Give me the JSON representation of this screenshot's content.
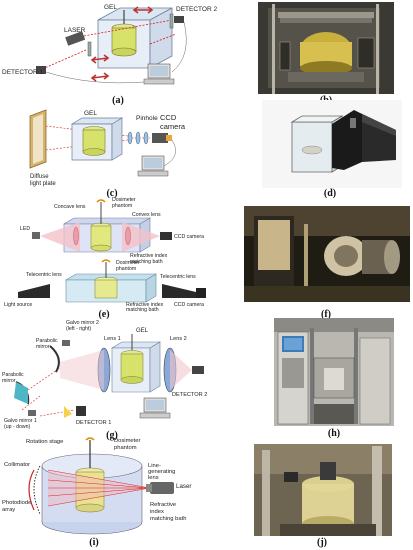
{
  "figure": {
    "panels": [
      {
        "caption": "(a)",
        "labels": {
          "gel": "GEL",
          "detector2": "DETECTOR 2",
          "laser": "LASER",
          "detector1": "DETECTOR 1"
        }
      },
      {
        "caption": "(b)"
      },
      {
        "caption": "(c)",
        "labels": {
          "gel": "GEL",
          "pinhole": "Pinhole",
          "ccd": "CCD",
          "camera": "camera",
          "diffuse1": "Diffuse",
          "diffuse2": "light plate"
        }
      },
      {
        "caption": "(d)"
      },
      {
        "caption": "(e)",
        "labels": {
          "concave": "Concave lens",
          "dosimeter": "Dosimeter",
          "phantom": "phantom",
          "convex": "Convex lens",
          "led": "LED",
          "ccd_camera": "CCD camera",
          "refractive1": "Refractive index",
          "refractive2": "matching bath",
          "telecentric_left": "Telecentric lens",
          "dosimeter2": "Dosimeter",
          "phantom2": "phantom",
          "telecentric_right": "Telecentric lens",
          "light_source": "Light source",
          "ccd_camera2": "CCD camera",
          "refractive3": "Refractive index",
          "refractive4": "matching bath"
        }
      },
      {
        "caption": "(f)"
      },
      {
        "caption": "(g)",
        "labels": {
          "galvo2a": "Galvo mirror 2",
          "galvo2b": "(left - right)",
          "gel": "GEL",
          "lens1": "Lens 1",
          "lens2": "Lens 2",
          "parabolic1a": "Parabolic",
          "parabolic1b": "mirror",
          "parabolic2a": "Parabolic",
          "parabolic2b": "mirror",
          "detector2": "DETECTOR 2",
          "galvo1a": "Galvo mirror 1",
          "galvo1b": "(up - down)",
          "detector1": "DETECTOR 1"
        }
      },
      {
        "caption": "(h)"
      },
      {
        "caption": "(i)",
        "labels": {
          "rotation": "Rotation stage",
          "dosimeter1": "Dosimeter",
          "dosimeter2": "phantom",
          "collimator": "Collimator",
          "line1": "Line-",
          "line2": "generating",
          "line3": "lens",
          "laser": "Laser",
          "photodiode1": "Photodiode",
          "photodiode2": "array",
          "refractive1": "Refractive",
          "refractive2": "index",
          "refractive3": "matching bath"
        }
      },
      {
        "caption": "(j)"
      }
    ]
  }
}
